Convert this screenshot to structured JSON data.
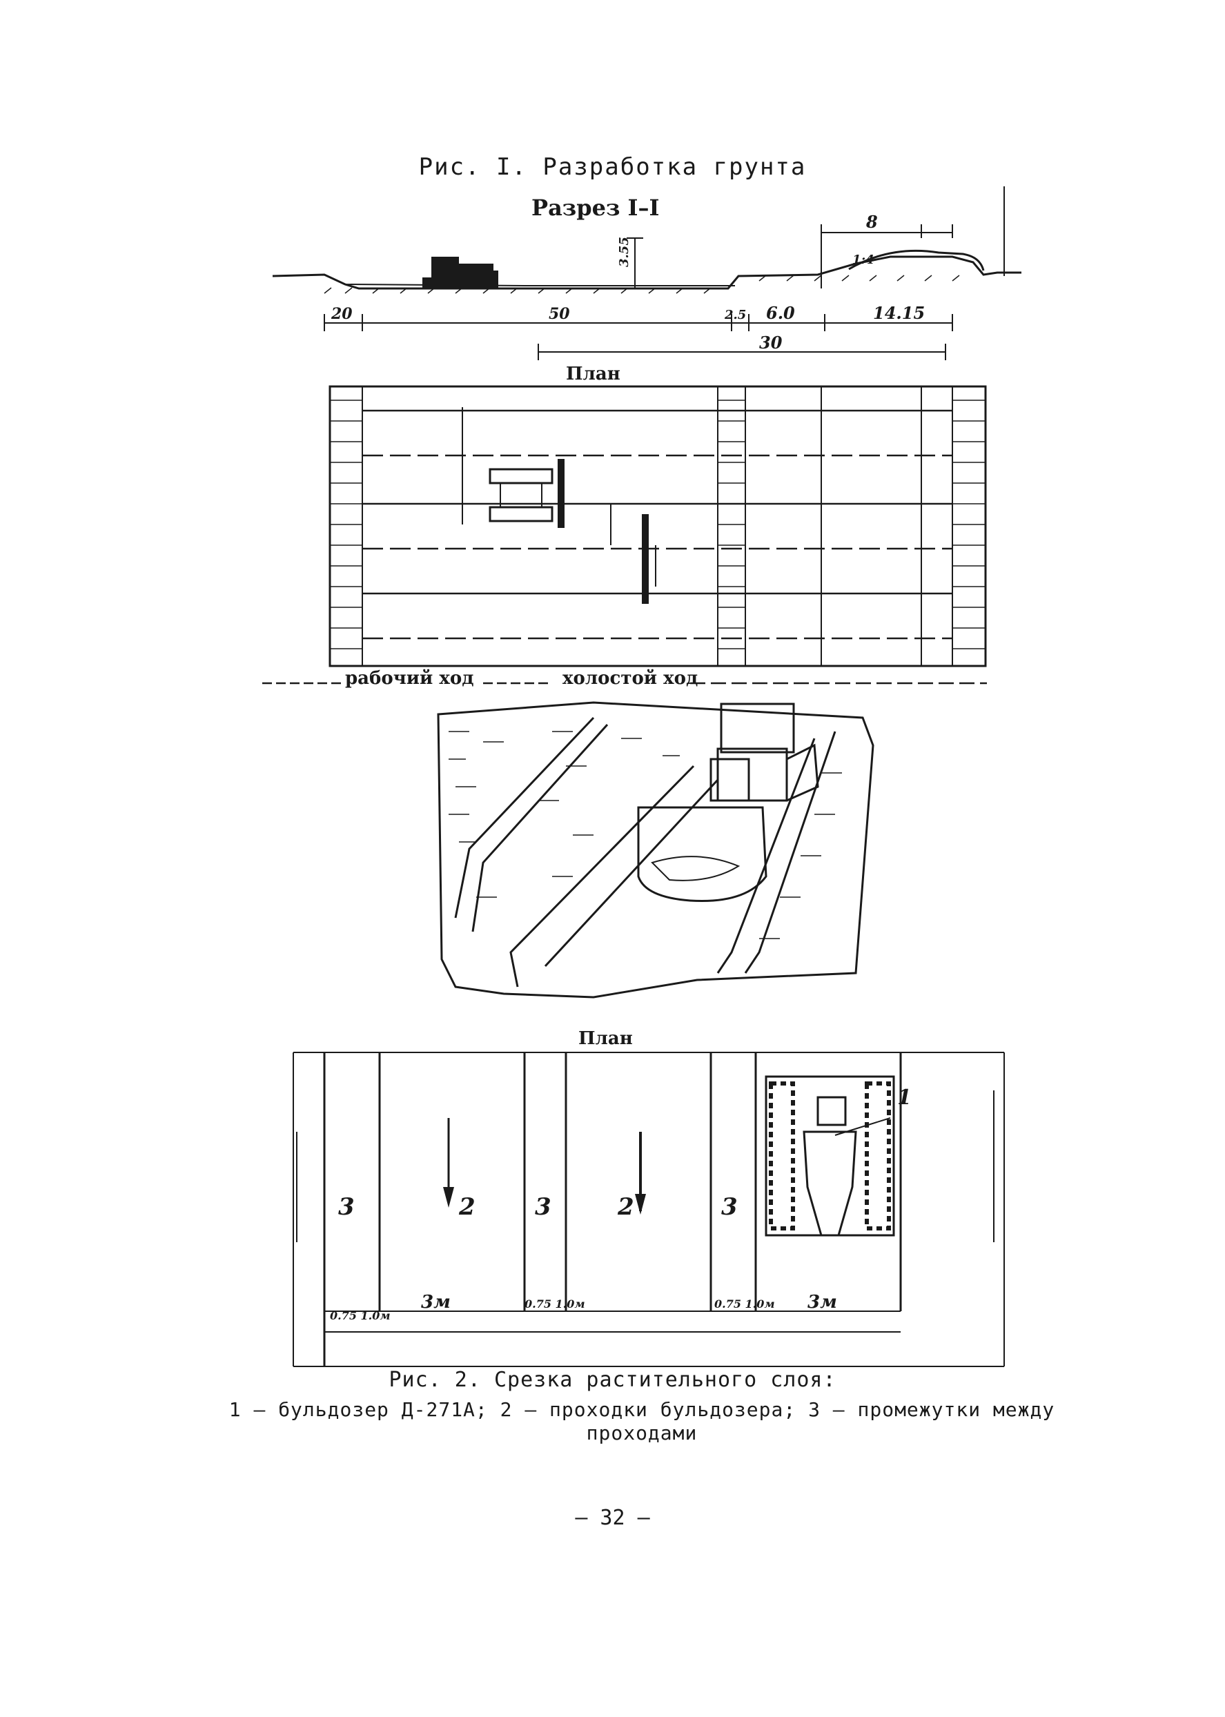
{
  "figure1": {
    "title": "Рис. I. Разработка грунта",
    "section_title": "Разрез I–I",
    "plan_title": "План",
    "dims": {
      "d1": "20",
      "d2": "50",
      "d3": "2.5",
      "d4": "6.0",
      "d5": "14.15",
      "d6": "30",
      "d7": "8",
      "d8": "1:4",
      "h": "3.55"
    }
  },
  "legend": {
    "working": "рабочий ход",
    "idle": "холостой ход"
  },
  "figure2": {
    "plan_title": "План",
    "labels": {
      "a": "3",
      "b": "2",
      "c": "3",
      "d": "2",
      "e": "3",
      "f": "1"
    },
    "dims": {
      "w1": "3м",
      "w2": "3м",
      "g1": "0.75 1.0м",
      "g2": "0.75 1.0м",
      "g3": "0.75 1.0м"
    },
    "caption": "Рис. 2. Срезка растительного слоя:",
    "legend": "1 – бульдозер Д-271А; 2 – проходки бульдозера; 3 – промежутки между проходами"
  },
  "page_number": "– 32 –"
}
